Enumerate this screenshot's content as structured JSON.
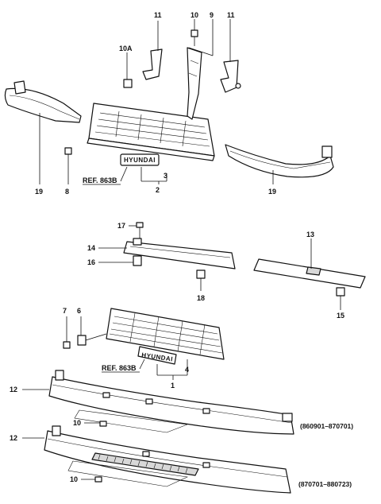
{
  "callouts": {
    "c11a": "11",
    "c10": "10",
    "c9": "9",
    "c11b": "11",
    "c10a": "10A",
    "c19a": "19",
    "c8": "8",
    "c3": "3",
    "c2": "2",
    "c19b": "19",
    "c13": "13",
    "c17": "17",
    "c14": "14",
    "c16": "16",
    "c18": "18",
    "c15": "15",
    "c7": "7",
    "c6": "6",
    "c4": "4",
    "c1": "1",
    "c12a": "12",
    "c10b": "10",
    "c12b": "12",
    "c10c": "10"
  },
  "refs": {
    "ref_top": "REF. 863B",
    "ref_mid": "REF. 863B"
  },
  "emblems": {
    "emblem_top": "HYUNDAI",
    "emblem_mid": "HYUNDAI"
  },
  "date_codes": {
    "bumper_a": "(860901–870701)",
    "bumper_b": "(870701–880723)"
  }
}
